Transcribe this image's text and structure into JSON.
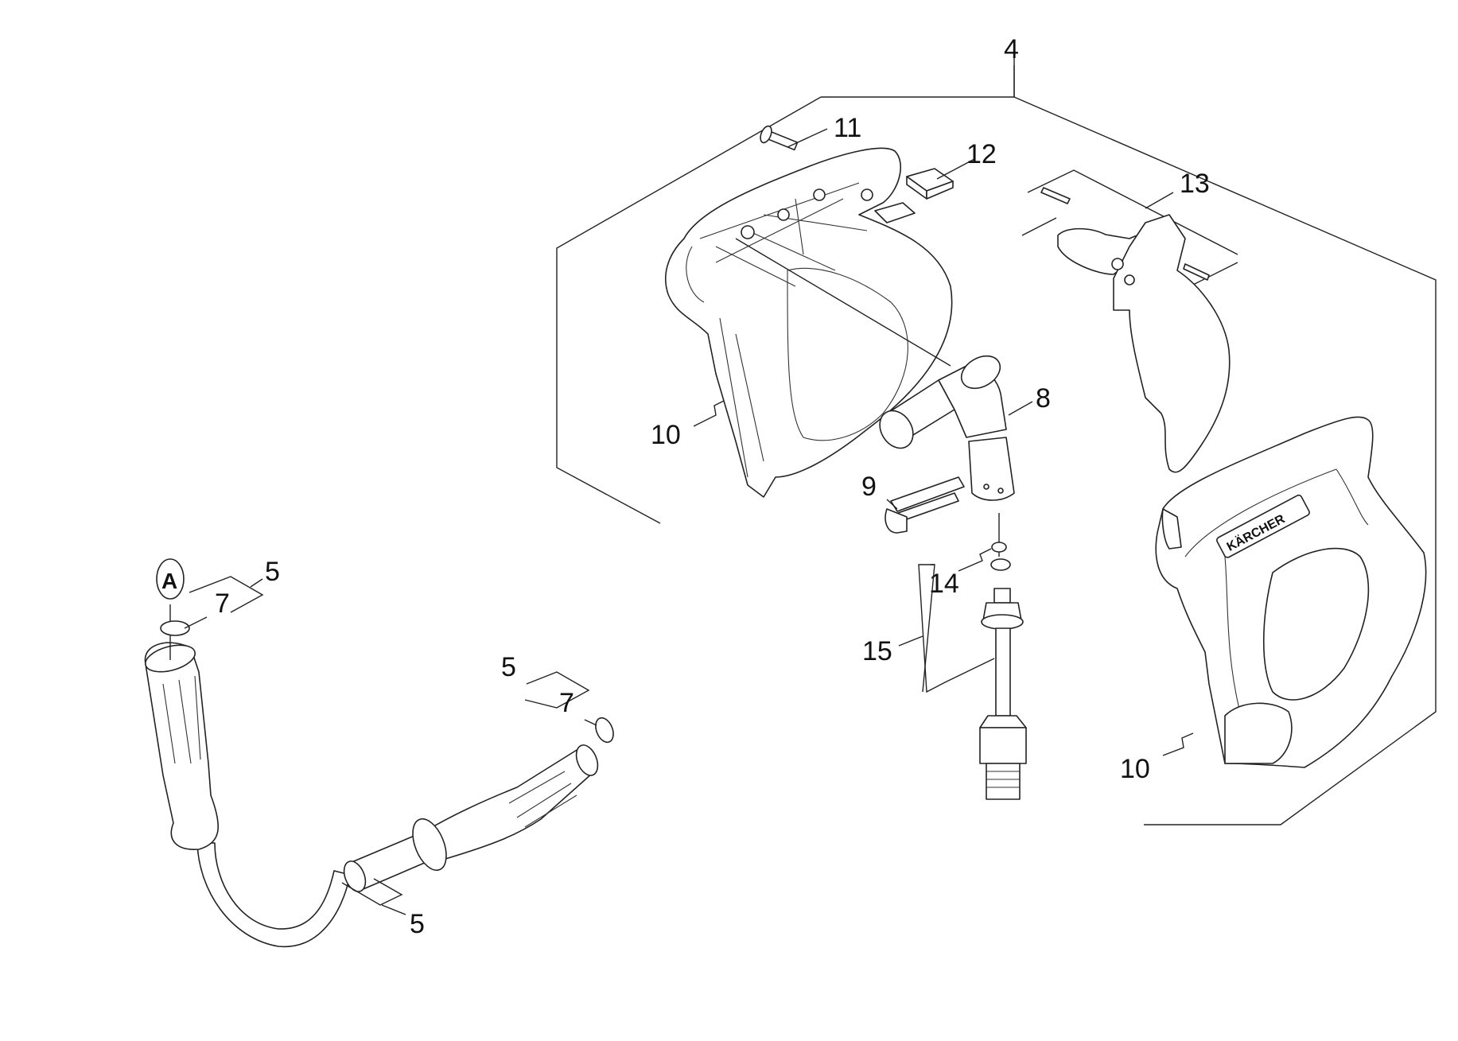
{
  "labels": {
    "main_assembly": "4",
    "hose_top_seal_kit": "5",
    "hose_top_oring": "7",
    "hose_end_seal_kit": "5",
    "hose_end_oring": "7",
    "hose_bottom": "5",
    "elbow": "8",
    "clip": "9",
    "shell_left": "10",
    "shell_right": "10",
    "screw": "11",
    "button": "12",
    "trigger_kit": "13",
    "small_oring": "14",
    "valve_kit": "15"
  },
  "marker_a": "A",
  "brand_text": "KÄRCHER"
}
